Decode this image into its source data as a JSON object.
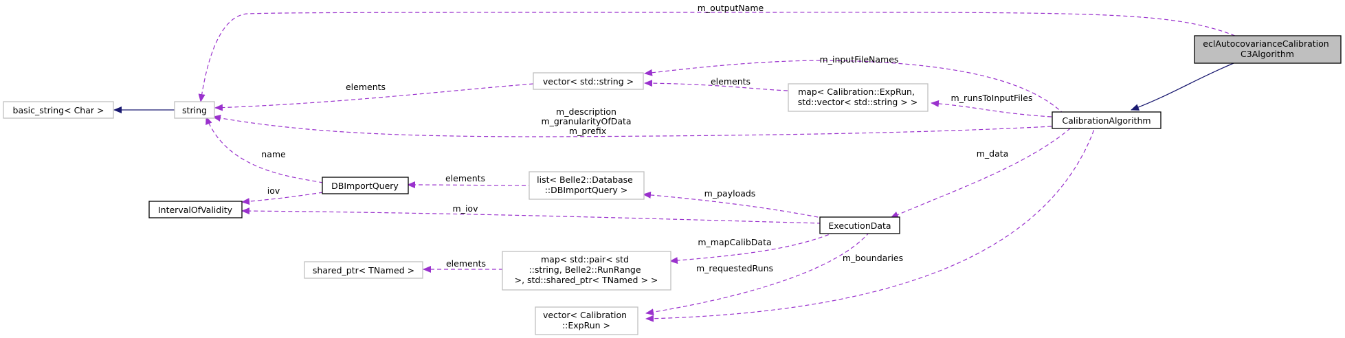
{
  "diagram": {
    "nodes": {
      "focus_class": [
        "eclAutocovarianceCalibration",
        "C3Algorithm"
      ],
      "calibration_algorithm": [
        "CalibrationAlgorithm"
      ],
      "string": [
        "string"
      ],
      "basic_string": [
        "basic_string< Char >"
      ],
      "vector_string": [
        "vector< std::string >"
      ],
      "map_exprun": [
        "map< Calibration::ExpRun,",
        "std::vector< std::string > >"
      ],
      "db_import_query": [
        "DBImportQuery"
      ],
      "list_dbimport": [
        "list< Belle2::Database",
        "::DBImportQuery >"
      ],
      "interval_of_validity": [
        "IntervalOfValidity"
      ],
      "execution_data": [
        "ExecutionData"
      ],
      "shared_ptr_tnamed": [
        "shared_ptr< TNamed >"
      ],
      "map_pair": [
        "map< std::pair< std",
        "::string, Belle2::RunRange",
        " >, std::shared_ptr< TNamed > >"
      ],
      "vector_exprun": [
        "vector< Calibration",
        "::ExpRun >"
      ]
    },
    "edge_labels": {
      "m_outputName": [
        "m_outputName"
      ],
      "m_inputFileNames": [
        "m_inputFileNames"
      ],
      "elements_vector_string": [
        "elements"
      ],
      "elements_map_exprun": [
        "elements"
      ],
      "m_runsToInputFiles": [
        "m_runsToInputFiles"
      ],
      "m_description_group": [
        "m_description",
        "m_granularityOfData",
        "m_prefix"
      ],
      "name": [
        "name"
      ],
      "iov": [
        "iov"
      ],
      "elements_list": [
        "elements"
      ],
      "m_payloads": [
        "m_payloads"
      ],
      "m_data": [
        "m_data"
      ],
      "m_iov": [
        "m_iov"
      ],
      "m_mapCalibData": [
        "m_mapCalibData"
      ],
      "elements_shared": [
        "elements"
      ],
      "m_requestedRuns": [
        "m_requestedRuns"
      ],
      "m_boundaries": [
        "m_boundaries"
      ]
    },
    "colors": {
      "usage_edge": "#9a32cd",
      "inheritance_edge": "#191970",
      "focus_fill": "#bfbfbf",
      "plain_border": "#bfbfbf",
      "strong_border": "#000000"
    }
  }
}
